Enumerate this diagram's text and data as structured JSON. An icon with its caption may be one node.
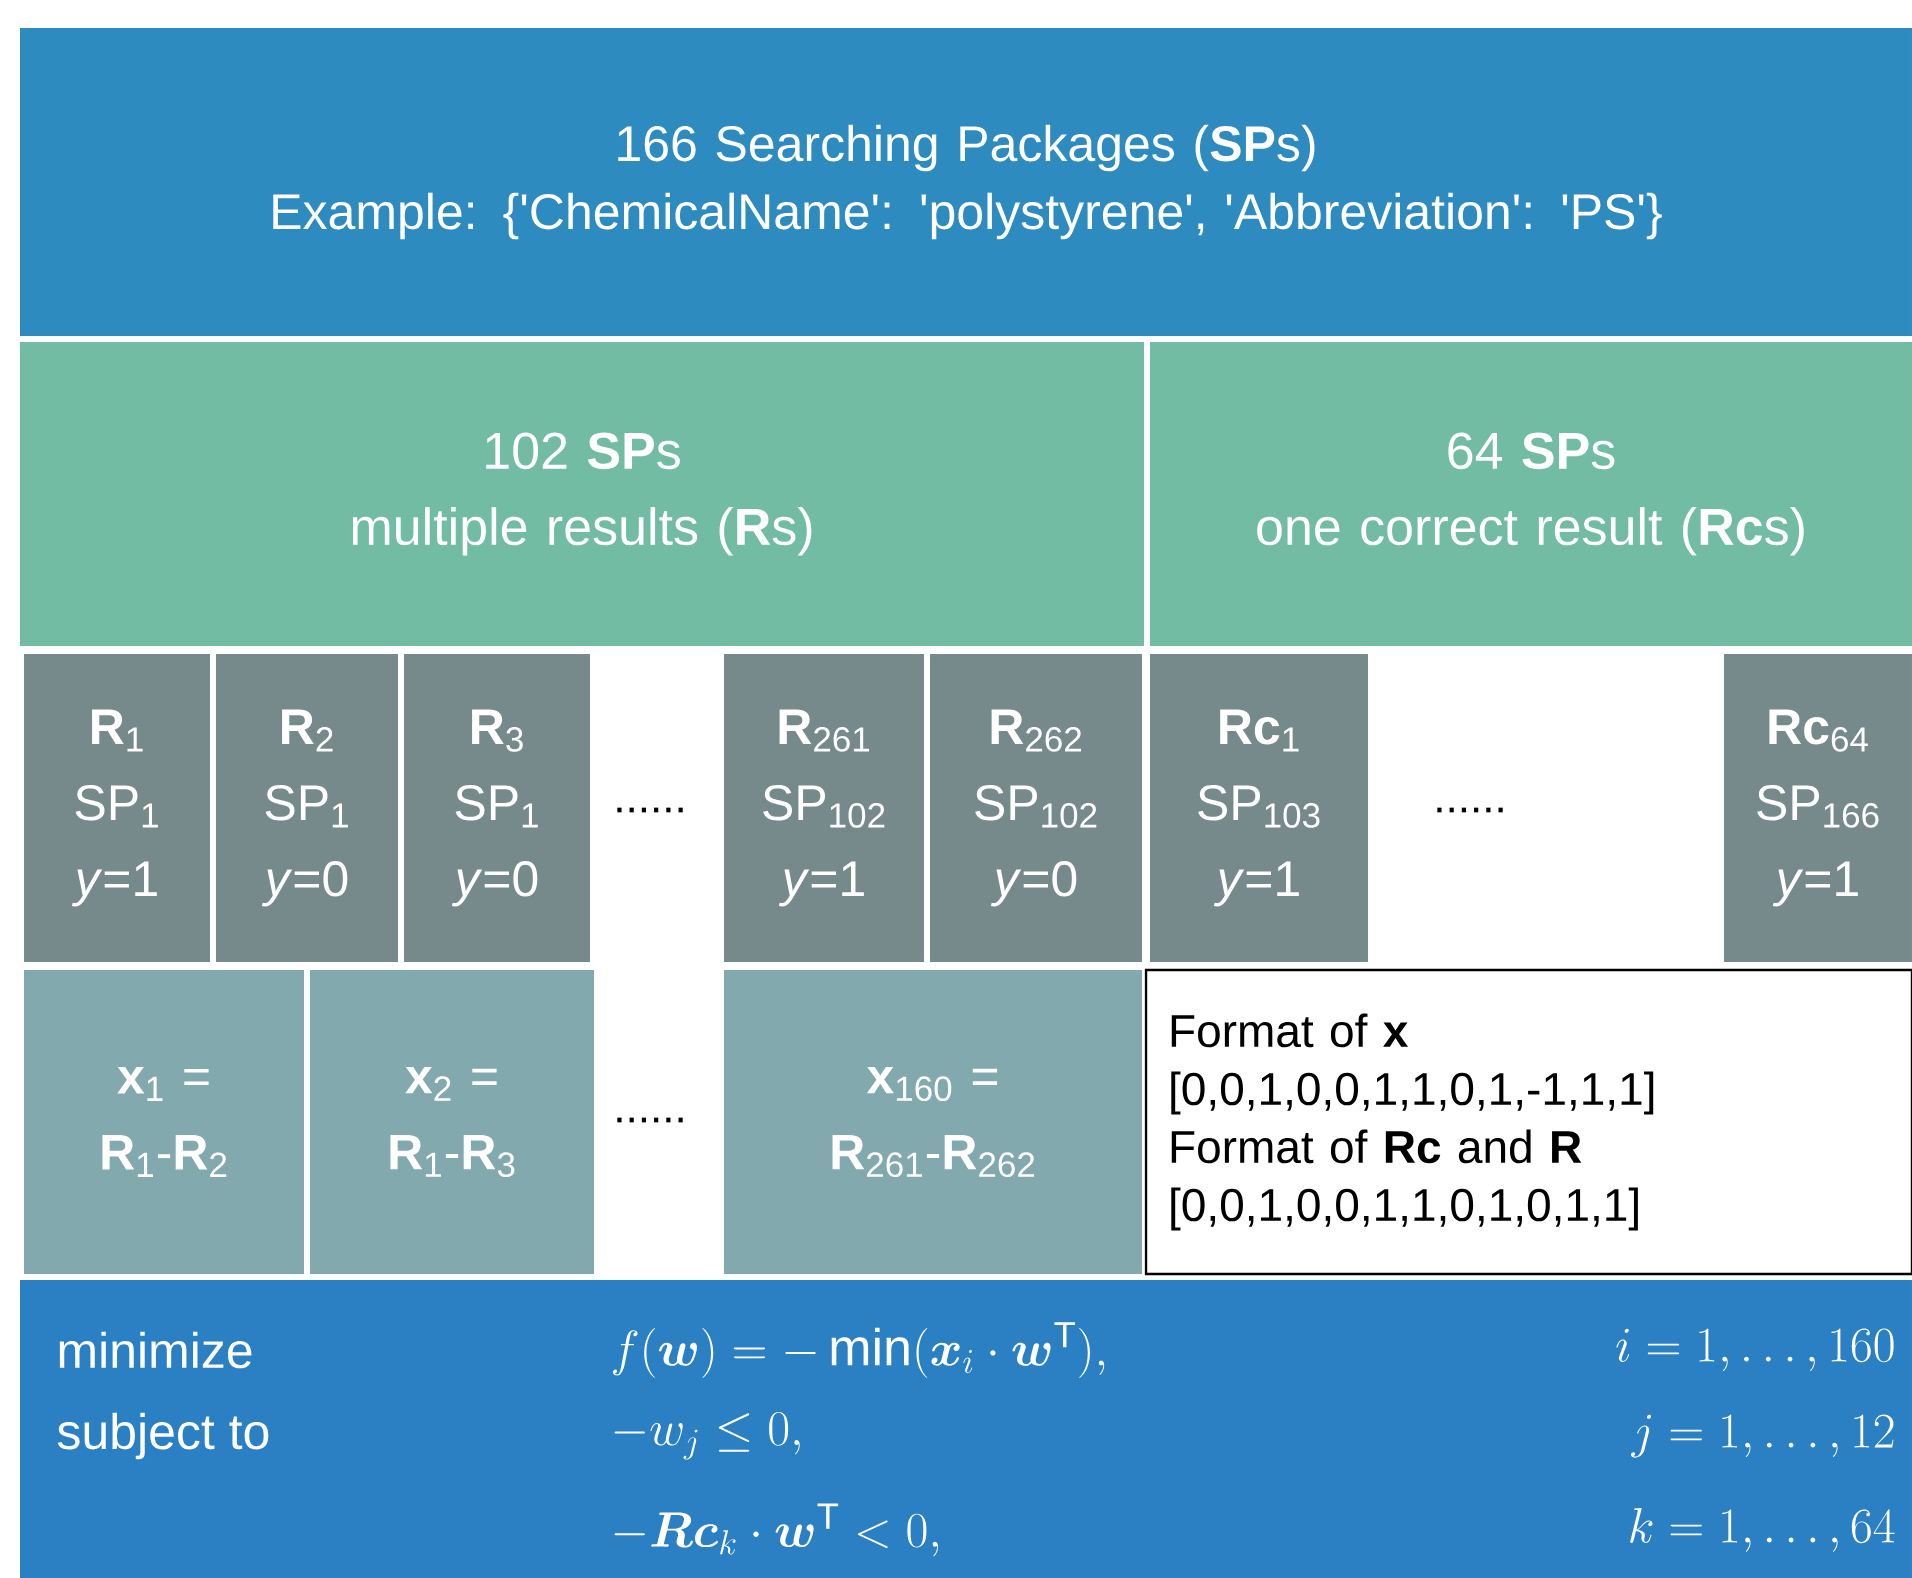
{
  "diagram": {
    "nodes": [
      {
        "text": [
          "166 Searching Packages (**SP**s)",
          "Example: {'ChemicalName': 'polystyrene', 'Abbreviation': 'PS'}"
        ]
      },
      {
        "text": [
          "102 **SP**s",
          "multiple results (**R**s)"
        ]
      },
      {
        "text": [
          "64 **SP**s",
          "one correct result (**Rc**s)"
        ]
      },
      {
        "text": [
          "**R**$_{1}$",
          "SP$_{1}$",
          "*y*=1"
        ]
      },
      {
        "text": [
          "**R**$_{2}$",
          "SP$_{1}$",
          "*y*=0"
        ]
      },
      {
        "text": [
          "**R**$_{3}$",
          "SP$_{1}$",
          "*y*=0"
        ]
      },
      {
        "text": [
          "**R**$_{261}$",
          "SP$_{102}$",
          "*y*=1"
        ]
      },
      {
        "text": [
          "**R**$_{262}$",
          "SP$_{102}$",
          "*y*=0"
        ]
      },
      {
        "text": [
          "**Rc**$_{1}$",
          "SP$_{103}$",
          "*y*=1"
        ]
      },
      {
        "text": [
          "**Rc**$_{64}$",
          "SP$_{166}$",
          "*y*=1"
        ]
      },
      {
        "text": [
          "**x**$_{1}$ =",
          "**R**$_{1}$-**R**$_{2}$"
        ]
      },
      {
        "text": [
          "**x**$_{2}$ =",
          "**R**$_{1}$-**R**$_{3}$"
        ]
      },
      {
        "text": [
          "**x**$_{160}$ =",
          "**R**$_{261}$-**R**$_{262}$"
        ]
      },
      {
        "text": [
          "Format of **x**",
          "[0,0,1,0,0,1,1,0,1,-1,1,1]",
          "Format of **Rc** and **R**",
          "[0,0,1,0,0,1,1,0,1,0,1,1]"
        ]
      },
      {
        "text": [
          "minimize",
          "subject to",
          "f(\\bm{w}) = -\\min(\\bm{x}_i \\cdot \\bm{w}^{\\mathrm{T}}),",
          "-w_j \\leq 0,",
          "-\\bm{Rc}_k \\cdot \\bm{w}^{\\mathrm{T}} < 0,",
          "i = 1, \\dots, 160",
          "j = 1, \\dots, 12",
          "k = 1, \\dots, 64"
        ]
      }
    ],
    "labels": [
      "......",
      "......",
      "......"
    ]
  }
}
